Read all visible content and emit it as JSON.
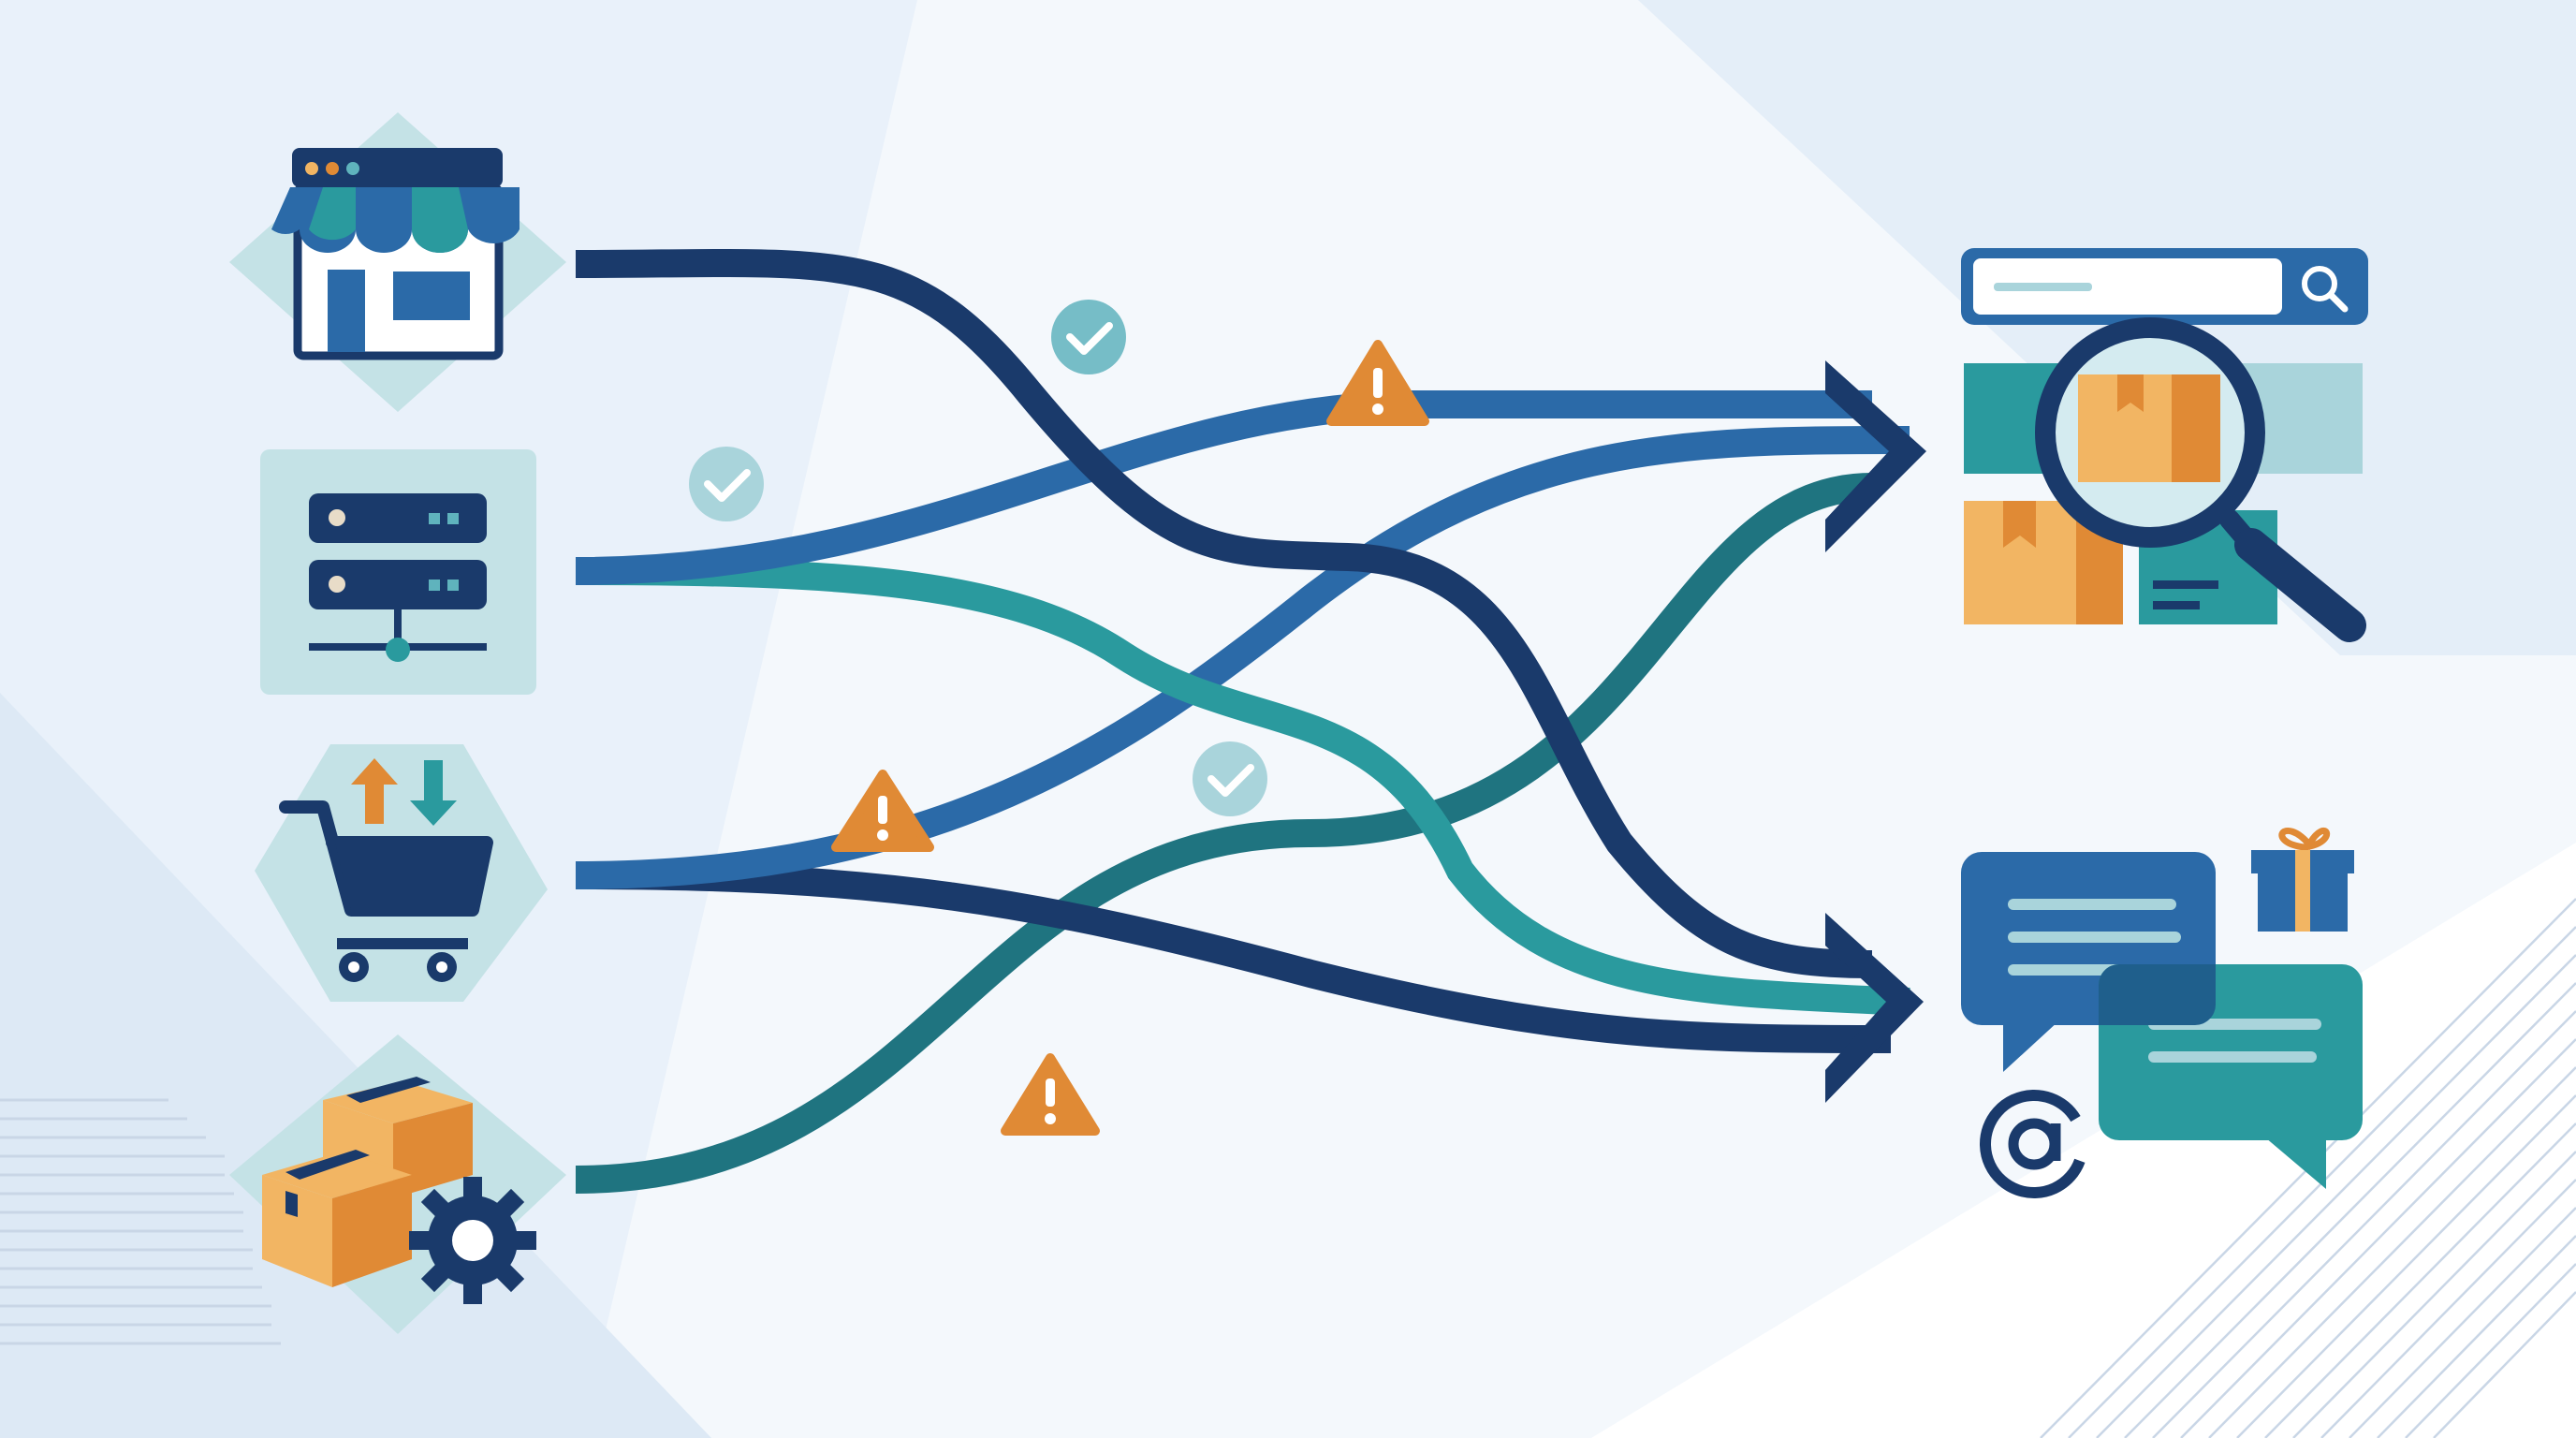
{
  "colors": {
    "navy": "#1a3a6b",
    "blue": "#2b6aa8",
    "teal": "#2a9a9e",
    "dark_teal": "#1f7480",
    "light_teal_bg": "#c4e2e6",
    "orange": "#e08a35",
    "light_orange": "#f2b563",
    "background": "#f4f8fc"
  },
  "sources": [
    {
      "id": "storefront",
      "icon": "storefront-icon"
    },
    {
      "id": "server",
      "icon": "server-rack-icon"
    },
    {
      "id": "cart",
      "icon": "shopping-cart-sync-icon"
    },
    {
      "id": "warehouse",
      "icon": "boxes-gear-icon"
    }
  ],
  "destinations": [
    {
      "id": "search",
      "icon": "product-search-icon"
    },
    {
      "id": "messaging",
      "icon": "chat-messages-icon"
    }
  ],
  "flows": [
    {
      "from": "storefront",
      "to": "messaging",
      "color": "navy"
    },
    {
      "from": "server",
      "to": "search",
      "color": "blue"
    },
    {
      "from": "server",
      "to": "messaging",
      "color": "teal"
    },
    {
      "from": "cart",
      "to": "search",
      "color": "blue"
    },
    {
      "from": "cart",
      "to": "messaging",
      "color": "navy"
    },
    {
      "from": "warehouse",
      "to": "search",
      "color": "dark_teal"
    }
  ],
  "status_markers": [
    {
      "type": "check",
      "icon": "check-circle-icon"
    },
    {
      "type": "check",
      "icon": "check-circle-icon"
    },
    {
      "type": "check",
      "icon": "check-circle-icon"
    },
    {
      "type": "warning",
      "icon": "warning-triangle-icon"
    },
    {
      "type": "warning",
      "icon": "warning-triangle-icon"
    },
    {
      "type": "warning",
      "icon": "warning-triangle-icon"
    }
  ]
}
